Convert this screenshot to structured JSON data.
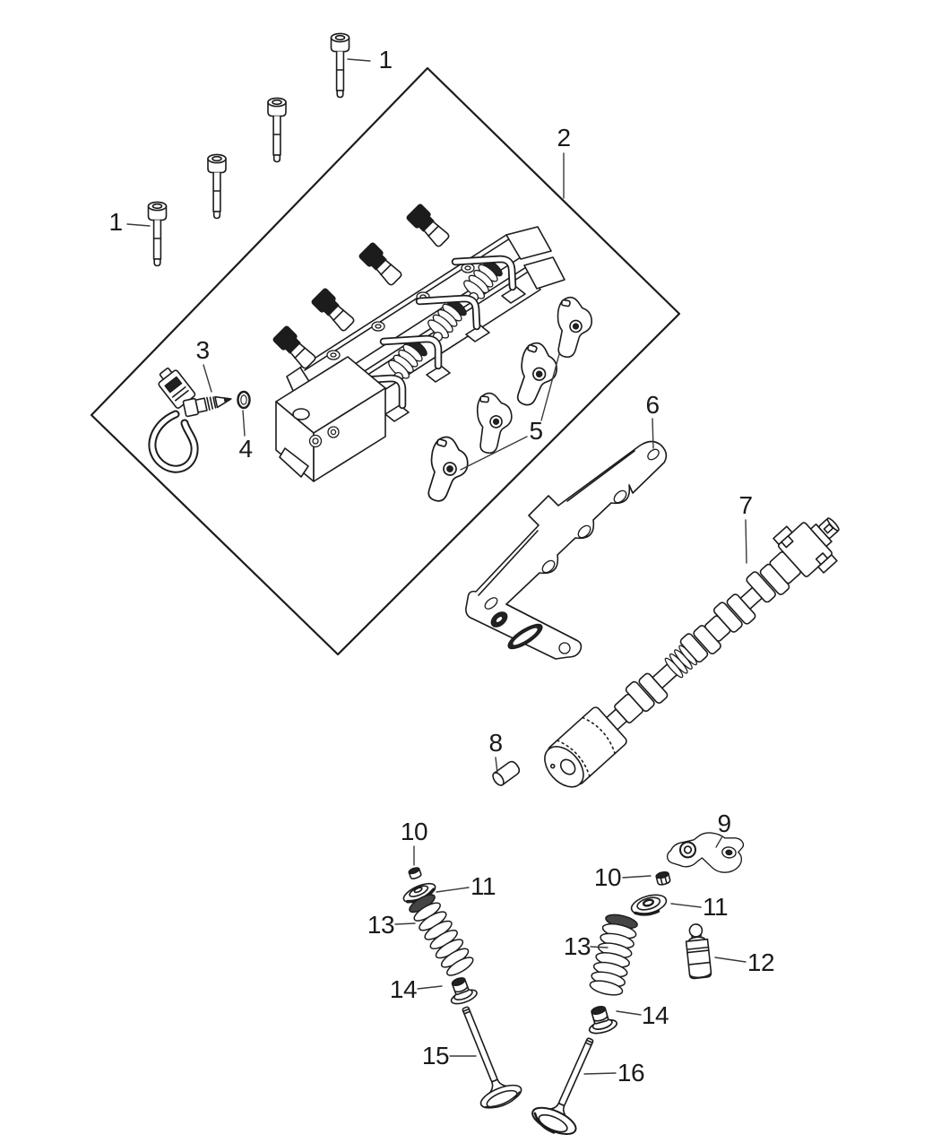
{
  "page": {
    "background": "#ffffff",
    "ink": "#1c1c1c"
  },
  "diagram": {
    "type": "exploded-parts-illustration",
    "callouts": [
      {
        "part": "cylinder-head-bolt-upper",
        "label": "1"
      },
      {
        "part": "cylinder-head-bolt-lower",
        "label": "1"
      },
      {
        "part": "rocker-housing-assembly",
        "label": "2"
      },
      {
        "part": "sensor-with-connector",
        "label": "3"
      },
      {
        "part": "o-ring",
        "label": "4"
      },
      {
        "part": "rocker-arm-set",
        "label": "5"
      },
      {
        "part": "gasket",
        "label": "6"
      },
      {
        "part": "camshaft",
        "label": "7"
      },
      {
        "part": "plug-pin",
        "label": "8"
      },
      {
        "part": "rocker-arm",
        "label": "9"
      },
      {
        "part": "valve-keeper-left",
        "label": "10"
      },
      {
        "part": "valve-keeper-right",
        "label": "10"
      },
      {
        "part": "spring-retainer-left",
        "label": "11"
      },
      {
        "part": "spring-retainer-right",
        "label": "11"
      },
      {
        "part": "hydraulic-lash-adjuster",
        "label": "12"
      },
      {
        "part": "valve-spring-left",
        "label": "13"
      },
      {
        "part": "valve-spring-right",
        "label": "13"
      },
      {
        "part": "valve-stem-seal-left",
        "label": "14"
      },
      {
        "part": "valve-stem-seal-right",
        "label": "14"
      },
      {
        "part": "intake-valve",
        "label": "15"
      },
      {
        "part": "exhaust-valve",
        "label": "16"
      }
    ]
  }
}
